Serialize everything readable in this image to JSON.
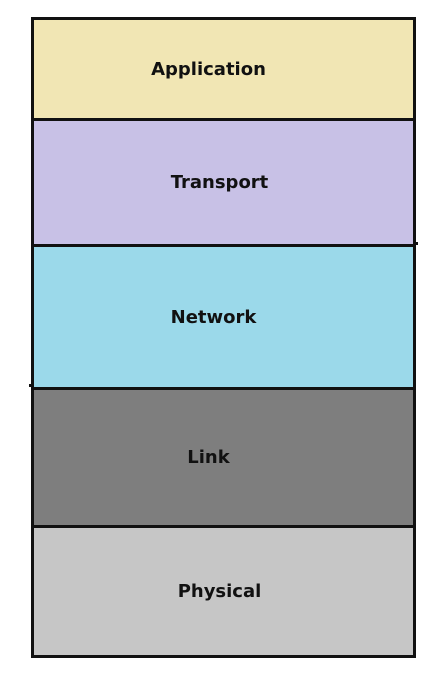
{
  "layers": [
    {
      "id": "application",
      "label": "Application",
      "color": "#F1E6B4"
    },
    {
      "id": "transport",
      "label": "Transport",
      "color": "#C8C1E6"
    },
    {
      "id": "network",
      "label": "Network",
      "color": "#9BD9EA"
    },
    {
      "id": "link",
      "label": "Link",
      "color": "#7E7E7E"
    },
    {
      "id": "physical",
      "label": "Physical",
      "color": "#C6C6C6"
    }
  ]
}
